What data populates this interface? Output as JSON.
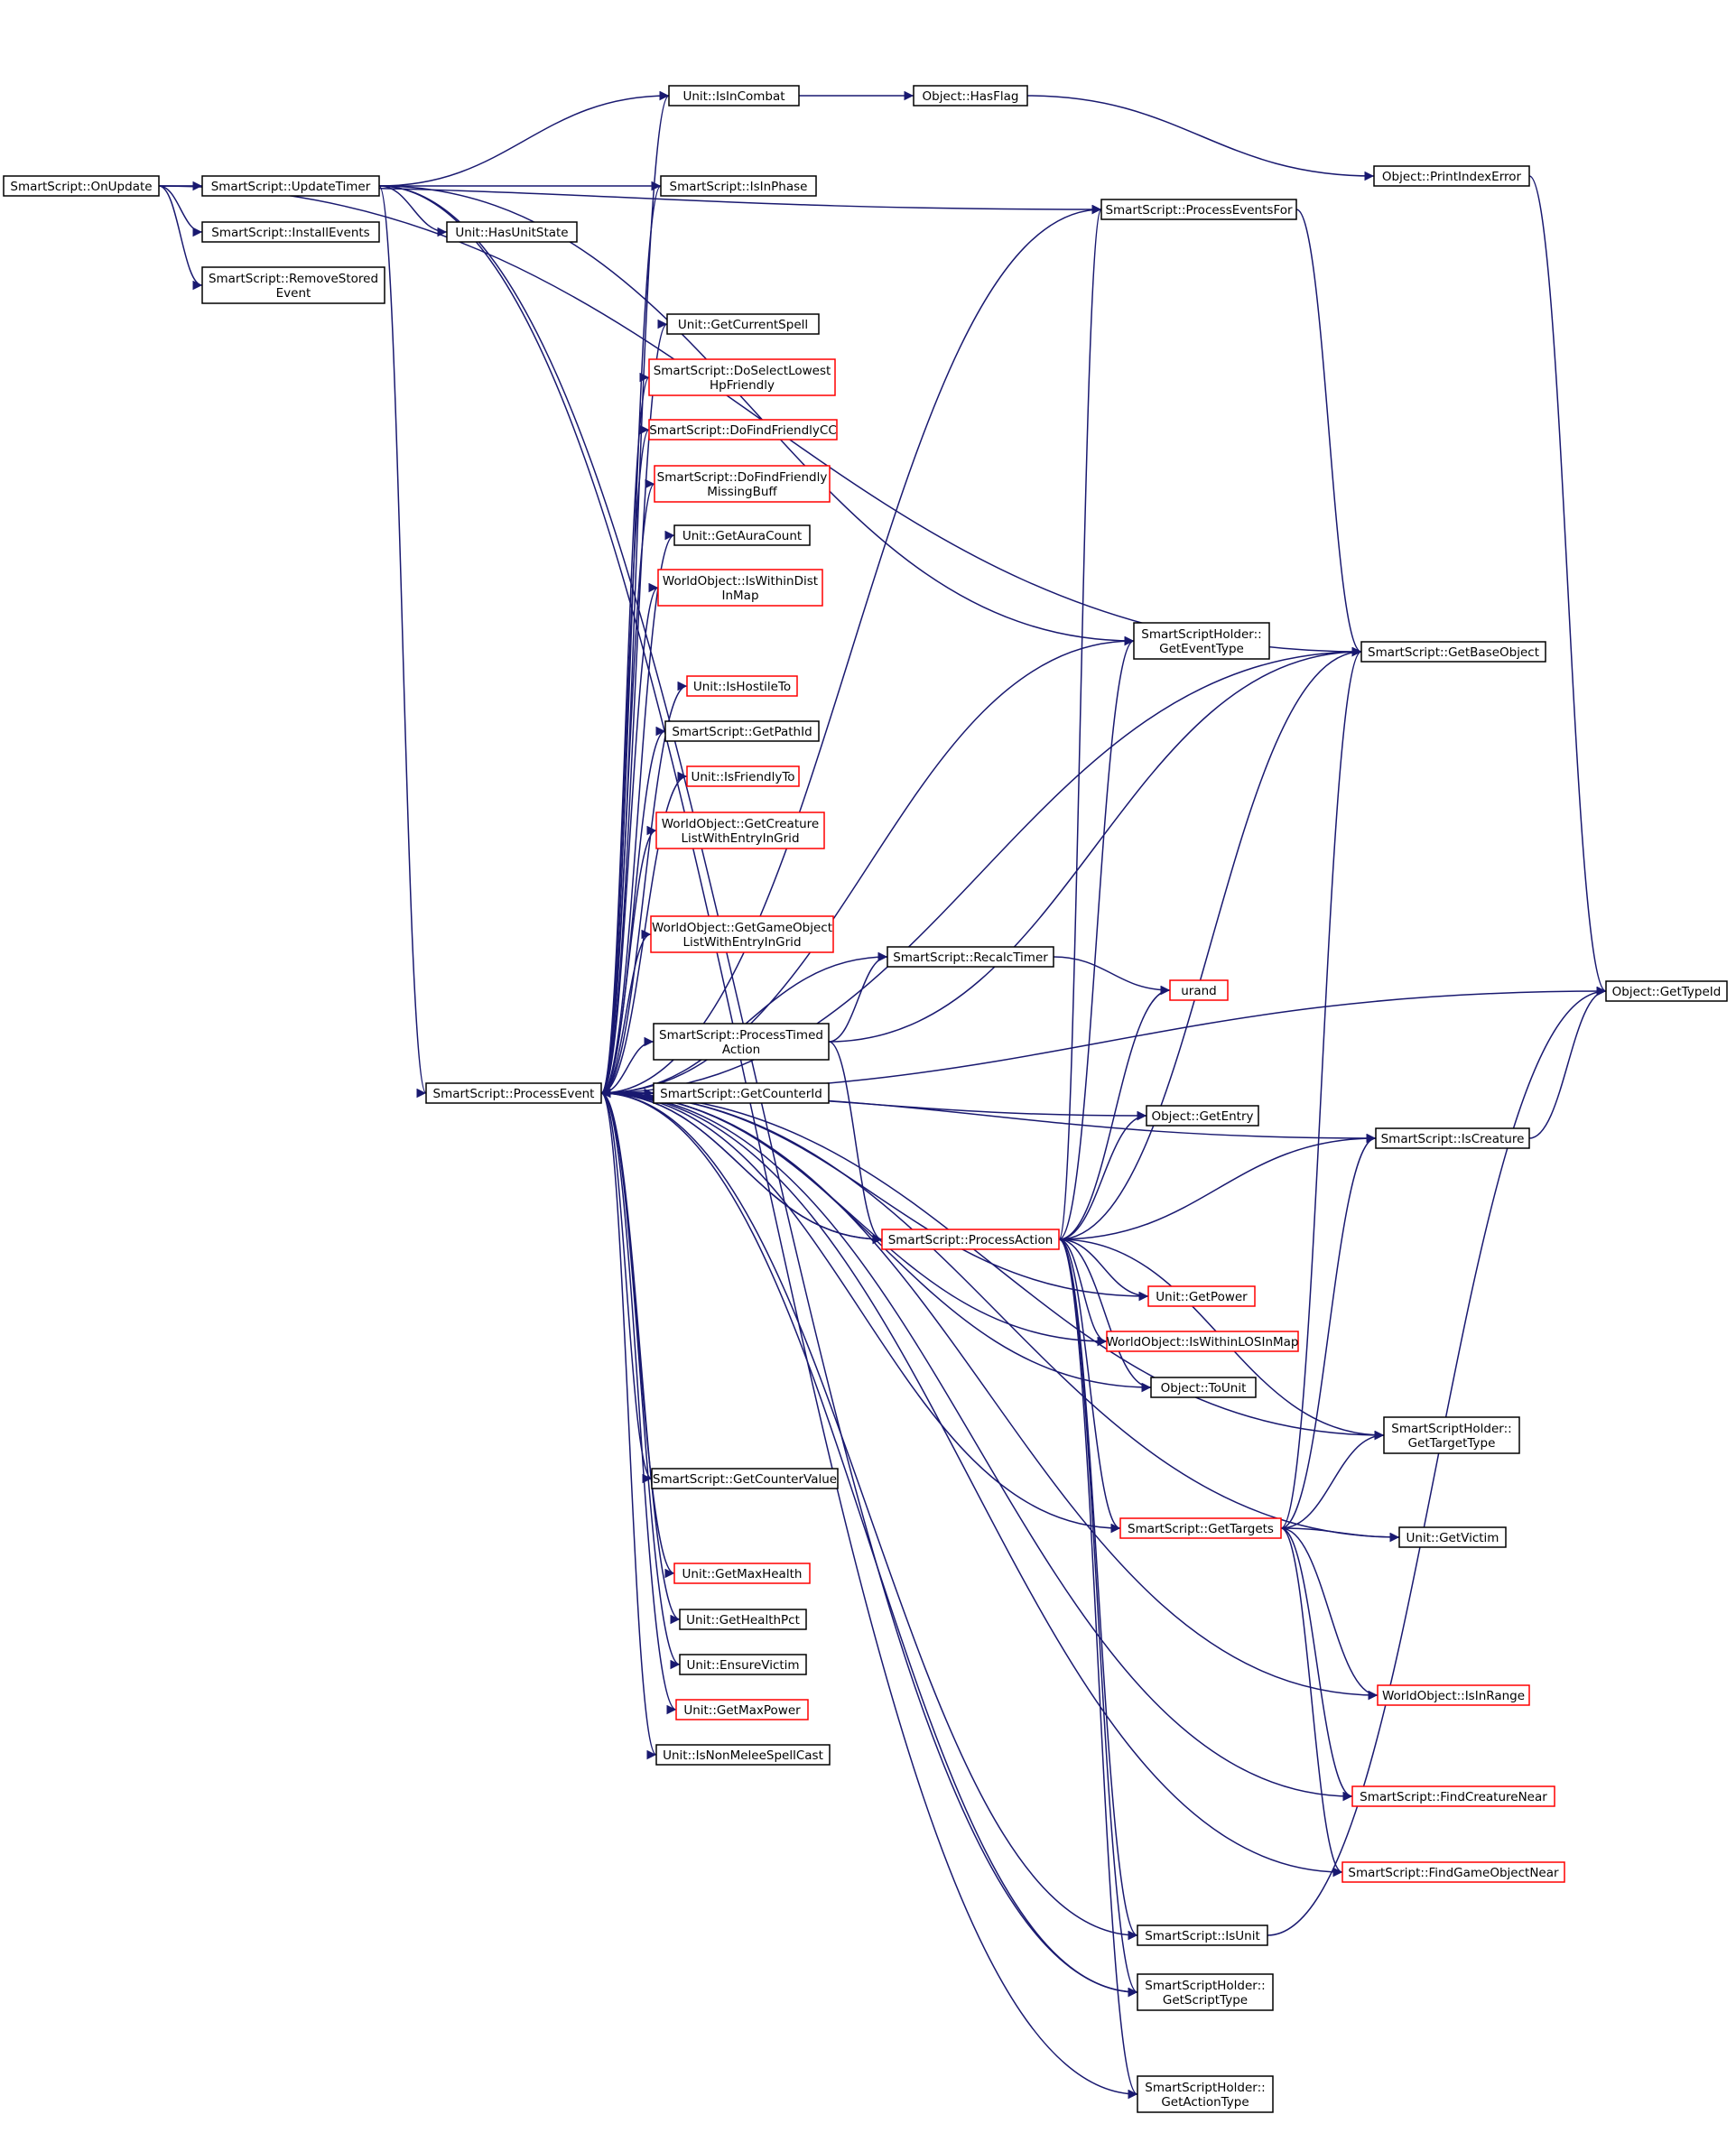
{
  "diagram": {
    "nodes": [
      {
        "id": "onupdate",
        "lines": [
          "SmartScript::OnUpdate"
        ],
        "border": "#000000",
        "fill": "#bfbfbf",
        "link": false
      },
      {
        "id": "updatetimer",
        "lines": [
          "SmartScript::UpdateTimer"
        ],
        "border": "#000000",
        "link": true
      },
      {
        "id": "installevents",
        "lines": [
          "SmartScript::InstallEvents"
        ],
        "border": "#000000",
        "link": true
      },
      {
        "id": "removestored",
        "lines": [
          "SmartScript::RemoveStored",
          "Event"
        ],
        "border": "#000000",
        "link": true
      },
      {
        "id": "isincombat",
        "lines": [
          "Unit::IsInCombat"
        ],
        "border": "#000000",
        "link": true
      },
      {
        "id": "hasflag",
        "lines": [
          "Object::HasFlag"
        ],
        "border": "#000000",
        "link": true
      },
      {
        "id": "printindexerror",
        "lines": [
          "Object::PrintIndexError"
        ],
        "border": "#000000",
        "link": true
      },
      {
        "id": "isinphase",
        "lines": [
          "SmartScript::IsInPhase"
        ],
        "border": "#000000",
        "link": true
      },
      {
        "id": "hasunitstate",
        "lines": [
          "Unit::HasUnitState"
        ],
        "border": "#000000",
        "link": true
      },
      {
        "id": "processeventsfor",
        "lines": [
          "SmartScript::ProcessEventsFor"
        ],
        "border": "#000000",
        "link": true
      },
      {
        "id": "getcurrentspell",
        "lines": [
          "Unit::GetCurrentSpell"
        ],
        "border": "#000000",
        "link": true
      },
      {
        "id": "doselectlowest",
        "lines": [
          "SmartScript::DoSelectLowest",
          "HpFriendly"
        ],
        "border": "#ff0000",
        "link": true
      },
      {
        "id": "dofindfriendlycc",
        "lines": [
          "SmartScript::DoFindFriendlyCC"
        ],
        "border": "#ff0000",
        "link": true
      },
      {
        "id": "dofindfriendlymissing",
        "lines": [
          "SmartScript::DoFindFriendly",
          "MissingBuff"
        ],
        "border": "#ff0000",
        "link": true
      },
      {
        "id": "getauracount",
        "lines": [
          "Unit::GetAuraCount"
        ],
        "border": "#000000",
        "link": true
      },
      {
        "id": "iswithindist",
        "lines": [
          "WorldObject::IsWithinDist",
          "InMap"
        ],
        "border": "#ff0000",
        "link": true
      },
      {
        "id": "geteventtype",
        "lines": [
          "SmartScriptHolder::",
          "GetEventType"
        ],
        "border": "#000000",
        "link": true
      },
      {
        "id": "getbaseobject",
        "lines": [
          "SmartScript::GetBaseObject"
        ],
        "border": "#000000",
        "link": true
      },
      {
        "id": "ishostileto",
        "lines": [
          "Unit::IsHostileTo"
        ],
        "border": "#ff0000",
        "link": true
      },
      {
        "id": "getpathid",
        "lines": [
          "SmartScript::GetPathId"
        ],
        "border": "#000000",
        "link": true
      },
      {
        "id": "isfriendlyto",
        "lines": [
          "Unit::IsFriendlyTo"
        ],
        "border": "#ff0000",
        "link": true
      },
      {
        "id": "getcreaturelist",
        "lines": [
          "WorldObject::GetCreature",
          "ListWithEntryInGrid"
        ],
        "border": "#ff0000",
        "link": true
      },
      {
        "id": "getgameobjectlist",
        "lines": [
          "WorldObject::GetGameObject",
          "ListWithEntryInGrid"
        ],
        "border": "#ff0000",
        "link": true
      },
      {
        "id": "recalctimer",
        "lines": [
          "SmartScript::RecalcTimer"
        ],
        "border": "#000000",
        "link": true
      },
      {
        "id": "urand",
        "lines": [
          "urand"
        ],
        "border": "#ff0000",
        "link": true
      },
      {
        "id": "gettypeid",
        "lines": [
          "Object::GetTypeId"
        ],
        "border": "#000000",
        "link": true
      },
      {
        "id": "processtimedaction",
        "lines": [
          "SmartScript::ProcessTimed",
          "Action"
        ],
        "border": "#000000",
        "link": true
      },
      {
        "id": "processevent",
        "lines": [
          "SmartScript::ProcessEvent"
        ],
        "border": "#000000",
        "link": true
      },
      {
        "id": "getcounterid",
        "lines": [
          "SmartScript::GetCounterId"
        ],
        "border": "#000000",
        "link": true
      },
      {
        "id": "getentry",
        "lines": [
          "Object::GetEntry"
        ],
        "border": "#000000",
        "link": true
      },
      {
        "id": "iscreature",
        "lines": [
          "SmartScript::IsCreature"
        ],
        "border": "#000000",
        "link": true
      },
      {
        "id": "processaction",
        "lines": [
          "SmartScript::ProcessAction"
        ],
        "border": "#ff0000",
        "link": true
      },
      {
        "id": "getpower",
        "lines": [
          "Unit::GetPower"
        ],
        "border": "#ff0000",
        "link": true
      },
      {
        "id": "iswithinlos",
        "lines": [
          "WorldObject::IsWithinLOSInMap"
        ],
        "border": "#ff0000",
        "link": true
      },
      {
        "id": "tounit",
        "lines": [
          "Object::ToUnit"
        ],
        "border": "#000000",
        "link": true
      },
      {
        "id": "gettargettype",
        "lines": [
          "SmartScriptHolder::",
          "GetTargetType"
        ],
        "border": "#000000",
        "link": true
      },
      {
        "id": "getcountervalue",
        "lines": [
          "SmartScript::GetCounterValue"
        ],
        "border": "#000000",
        "link": true
      },
      {
        "id": "gettargets",
        "lines": [
          "SmartScript::GetTargets"
        ],
        "border": "#ff0000",
        "link": true
      },
      {
        "id": "getvictim",
        "lines": [
          "Unit::GetVictim"
        ],
        "border": "#000000",
        "link": true
      },
      {
        "id": "getmaxhealth",
        "lines": [
          "Unit::GetMaxHealth"
        ],
        "border": "#ff0000",
        "link": true
      },
      {
        "id": "gethealthpct",
        "lines": [
          "Unit::GetHealthPct"
        ],
        "border": "#000000",
        "link": true
      },
      {
        "id": "ensurevictim",
        "lines": [
          "Unit::EnsureVictim"
        ],
        "border": "#000000",
        "link": true
      },
      {
        "id": "isinrange",
        "lines": [
          "WorldObject::IsInRange"
        ],
        "border": "#ff0000",
        "link": true
      },
      {
        "id": "getmaxpower",
        "lines": [
          "Unit::GetMaxPower"
        ],
        "border": "#ff0000",
        "link": true
      },
      {
        "id": "isnonmelee",
        "lines": [
          "Unit::IsNonMeleeSpellCast"
        ],
        "border": "#000000",
        "link": true
      },
      {
        "id": "findcreaturenear",
        "lines": [
          "SmartScript::FindCreatureNear"
        ],
        "border": "#ff0000",
        "link": true
      },
      {
        "id": "findgameobjectnear",
        "lines": [
          "SmartScript::FindGameObjectNear"
        ],
        "border": "#ff0000",
        "link": true
      },
      {
        "id": "isunit",
        "lines": [
          "SmartScript::IsUnit"
        ],
        "border": "#000000",
        "link": true
      },
      {
        "id": "getscripttype",
        "lines": [
          "SmartScriptHolder::",
          "GetScriptType"
        ],
        "border": "#000000",
        "link": true
      },
      {
        "id": "getactiontype",
        "lines": [
          "SmartScriptHolder::",
          "GetActionType"
        ],
        "border": "#000000",
        "link": true
      }
    ],
    "edges": [
      [
        "onupdate",
        "updatetimer"
      ],
      [
        "onupdate",
        "installevents"
      ],
      [
        "onupdate",
        "removestored"
      ],
      [
        "onupdate",
        "processeventsfor"
      ],
      [
        "onupdate",
        "getbaseobject"
      ],
      [
        "updatetimer",
        "isincombat"
      ],
      [
        "updatetimer",
        "isinphase"
      ],
      [
        "updatetimer",
        "hasunitstate"
      ],
      [
        "updatetimer",
        "geteventtype"
      ],
      [
        "updatetimer",
        "processevent"
      ],
      [
        "updatetimer",
        "getscripttype"
      ],
      [
        "updatetimer",
        "getactiontype"
      ],
      [
        "isincombat",
        "hasflag"
      ],
      [
        "hasflag",
        "printindexerror"
      ],
      [
        "printindexerror",
        "gettypeid"
      ],
      [
        "processeventsfor",
        "getbaseobject"
      ],
      [
        "processevent",
        "isincombat"
      ],
      [
        "processevent",
        "isinphase"
      ],
      [
        "processevent",
        "processeventsfor"
      ],
      [
        "processevent",
        "getbaseobject"
      ],
      [
        "processevent",
        "getcurrentspell"
      ],
      [
        "processevent",
        "doselectlowest"
      ],
      [
        "processevent",
        "dofindfriendlycc"
      ],
      [
        "processevent",
        "dofindfriendlymissing"
      ],
      [
        "processevent",
        "getauracount"
      ],
      [
        "processevent",
        "iswithindist"
      ],
      [
        "processevent",
        "geteventtype"
      ],
      [
        "processevent",
        "ishostileto"
      ],
      [
        "processevent",
        "getpathid"
      ],
      [
        "processevent",
        "isfriendlyto"
      ],
      [
        "processevent",
        "getcreaturelist"
      ],
      [
        "processevent",
        "gettypeid"
      ],
      [
        "processevent",
        "getgameobjectlist"
      ],
      [
        "processevent",
        "recalctimer"
      ],
      [
        "processevent",
        "processtimedaction"
      ],
      [
        "processevent",
        "getcounterid"
      ],
      [
        "processevent",
        "getentry"
      ],
      [
        "processevent",
        "processaction"
      ],
      [
        "processevent",
        "getpower"
      ],
      [
        "processevent",
        "iswithinlos"
      ],
      [
        "processevent",
        "tounit"
      ],
      [
        "processevent",
        "gettargettype"
      ],
      [
        "processevent",
        "getcountervalue"
      ],
      [
        "processevent",
        "gettargets"
      ],
      [
        "processevent",
        "getmaxhealth"
      ],
      [
        "processevent",
        "gethealthpct"
      ],
      [
        "processevent",
        "ensurevictim"
      ],
      [
        "processevent",
        "getmaxpower"
      ],
      [
        "processevent",
        "isnonmelee"
      ],
      [
        "processevent",
        "getvictim"
      ],
      [
        "processevent",
        "isinrange"
      ],
      [
        "processevent",
        "findcreaturenear"
      ],
      [
        "processevent",
        "findgameobjectnear"
      ],
      [
        "processevent",
        "isunit"
      ],
      [
        "processevent",
        "getscripttype"
      ],
      [
        "processtimedaction",
        "recalctimer"
      ],
      [
        "processtimedaction",
        "getbaseobject"
      ],
      [
        "processtimedaction",
        "processaction"
      ],
      [
        "recalctimer",
        "urand"
      ],
      [
        "processaction",
        "processevent"
      ],
      [
        "processaction",
        "processeventsfor"
      ],
      [
        "processaction",
        "geteventtype"
      ],
      [
        "processaction",
        "getbaseobject"
      ],
      [
        "processaction",
        "urand"
      ],
      [
        "processaction",
        "getentry"
      ],
      [
        "processaction",
        "iscreature"
      ],
      [
        "processaction",
        "getpower"
      ],
      [
        "processaction",
        "iswithinlos"
      ],
      [
        "processaction",
        "tounit"
      ],
      [
        "processaction",
        "gettargettype"
      ],
      [
        "processaction",
        "gettargets"
      ],
      [
        "processaction",
        "isunit"
      ],
      [
        "processaction",
        "getscripttype"
      ],
      [
        "processaction",
        "getactiontype"
      ],
      [
        "iscreature",
        "processevent"
      ],
      [
        "iscreature",
        "gettypeid"
      ],
      [
        "gettargets",
        "getbaseobject"
      ],
      [
        "gettargets",
        "iscreature"
      ],
      [
        "gettargets",
        "gettargettype"
      ],
      [
        "gettargets",
        "getvictim"
      ],
      [
        "gettargets",
        "isinrange"
      ],
      [
        "gettargets",
        "findcreaturenear"
      ],
      [
        "gettargets",
        "findgameobjectnear"
      ],
      [
        "isunit",
        "gettypeid"
      ]
    ]
  }
}
